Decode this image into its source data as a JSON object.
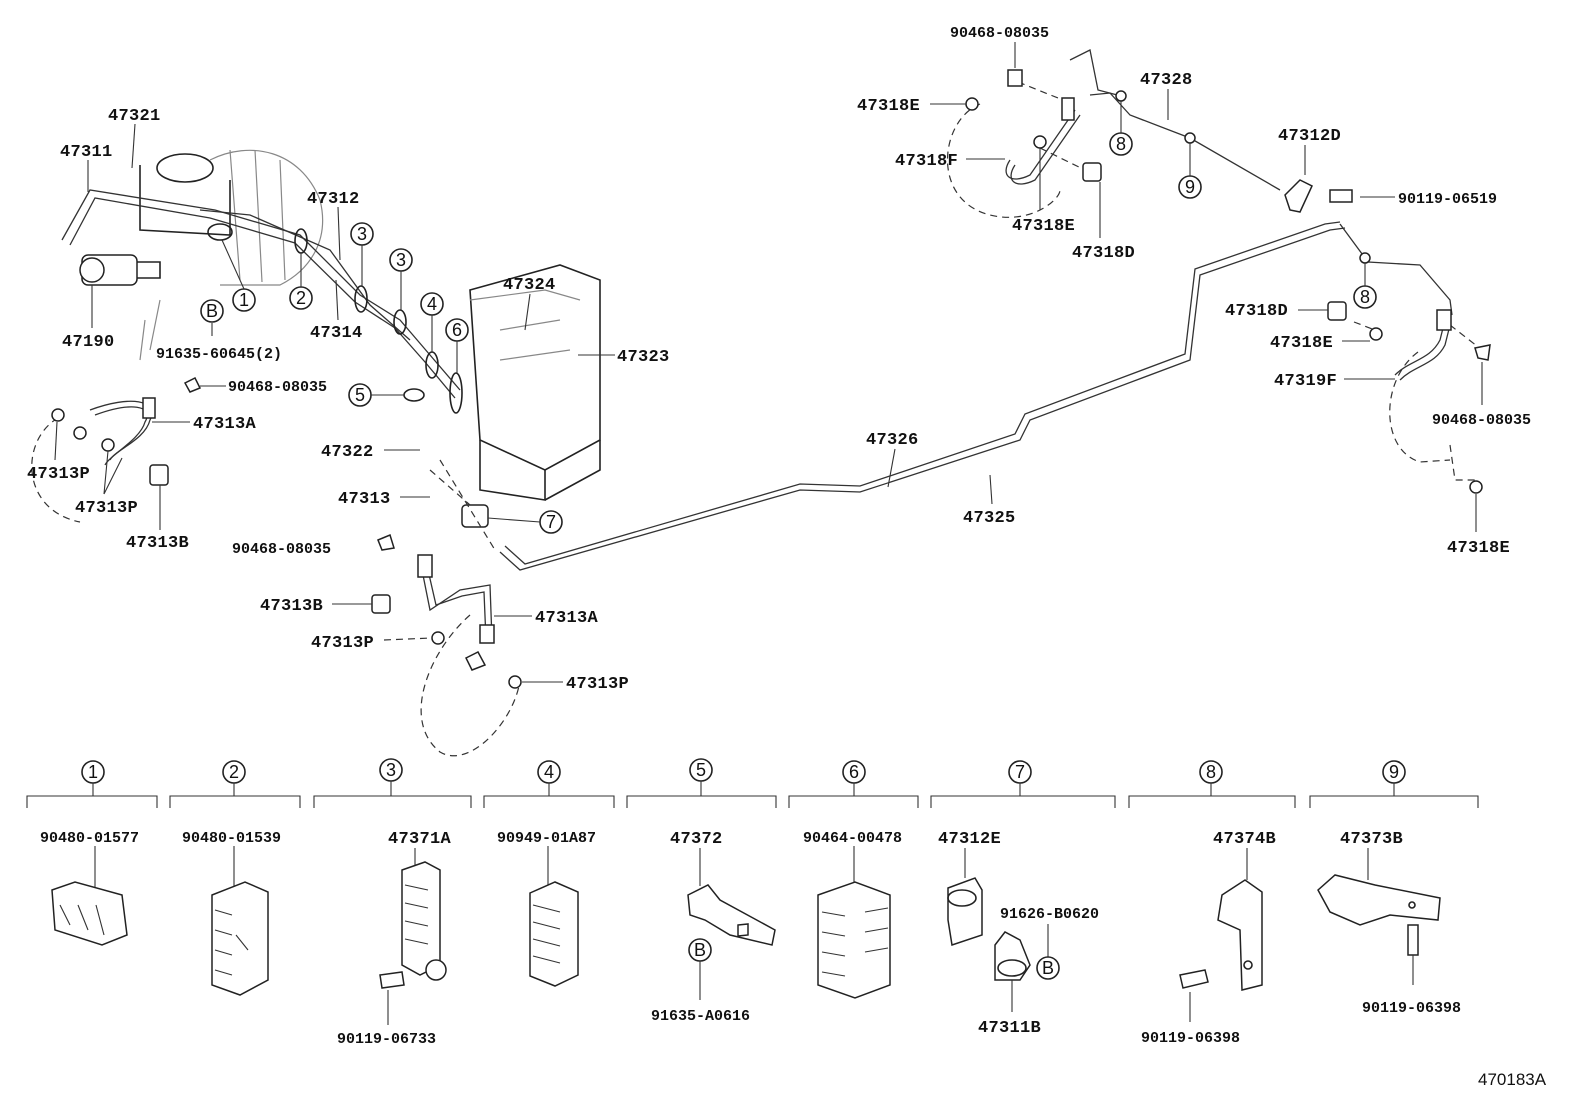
{
  "diagram_code": "470183A",
  "callouts": [
    {
      "id": "c-47321",
      "text": "47321"
    },
    {
      "id": "c-47311",
      "text": "47311"
    },
    {
      "id": "c-47312",
      "text": "47312"
    },
    {
      "id": "c-47190",
      "text": "47190"
    },
    {
      "id": "c-47314",
      "text": "47314"
    },
    {
      "id": "c-91635-60645",
      "text": "91635-60645(2)"
    },
    {
      "id": "c-47324",
      "text": "47324"
    },
    {
      "id": "c-47323",
      "text": "47323"
    },
    {
      "id": "c-90468-08035-a",
      "text": "90468-08035"
    },
    {
      "id": "c-47313A-a",
      "text": "47313A"
    },
    {
      "id": "c-47313P-a",
      "text": "47313P"
    },
    {
      "id": "c-47313P-b",
      "text": "47313P"
    },
    {
      "id": "c-47313B-a",
      "text": "47313B"
    },
    {
      "id": "c-47322",
      "text": "47322"
    },
    {
      "id": "c-47313",
      "text": "47313"
    },
    {
      "id": "c-90468-08035-b",
      "text": "90468-08035"
    },
    {
      "id": "c-47313B-b",
      "text": "47313B"
    },
    {
      "id": "c-47313A-b",
      "text": "47313A"
    },
    {
      "id": "c-47313P-c",
      "text": "47313P"
    },
    {
      "id": "c-47313P-d",
      "text": "47313P"
    },
    {
      "id": "c-47326",
      "text": "47326"
    },
    {
      "id": "c-47325",
      "text": "47325"
    },
    {
      "id": "c-90468-08035-c",
      "text": "90468-08035"
    },
    {
      "id": "c-47328",
      "text": "47328"
    },
    {
      "id": "c-47318E-a",
      "text": "47318E"
    },
    {
      "id": "c-47318F",
      "text": "47318F"
    },
    {
      "id": "c-47318E-b",
      "text": "47318E"
    },
    {
      "id": "c-47318D-a",
      "text": "47318D"
    },
    {
      "id": "c-47312D",
      "text": "47312D"
    },
    {
      "id": "c-90119-06519",
      "text": "90119-06519"
    },
    {
      "id": "c-47318D-b",
      "text": "47318D"
    },
    {
      "id": "c-47318E-c",
      "text": "47318E"
    },
    {
      "id": "c-47319F",
      "text": "47319F"
    },
    {
      "id": "c-90468-08035-d",
      "text": "90468-08035"
    },
    {
      "id": "c-47318E-d",
      "text": "47318E"
    }
  ],
  "markers": {
    "m1": "1",
    "m2": "2",
    "m3a": "3",
    "m3b": "3",
    "m4": "4",
    "m5": "5",
    "m6": "6",
    "m7": "7",
    "m8a": "8",
    "m8b": "8",
    "m9": "9",
    "mBa": "B"
  },
  "legend": [
    {
      "index": "1",
      "parts": [
        "90480-01577"
      ]
    },
    {
      "index": "2",
      "parts": [
        "90480-01539"
      ]
    },
    {
      "index": "3",
      "parts": [
        "47371A",
        "90119-06733"
      ]
    },
    {
      "index": "4",
      "parts": [
        "90949-01A87"
      ]
    },
    {
      "index": "5",
      "parts": [
        "47372",
        "91635-A0616"
      ],
      "marker": "B"
    },
    {
      "index": "6",
      "parts": [
        "90464-00478"
      ]
    },
    {
      "index": "7",
      "parts": [
        "47312E",
        "91626-B0620",
        "47311B"
      ],
      "marker": "B"
    },
    {
      "index": "8",
      "parts": [
        "47374B",
        "90119-06398"
      ]
    },
    {
      "index": "9",
      "parts": [
        "47373B",
        "90119-06398"
      ]
    }
  ]
}
